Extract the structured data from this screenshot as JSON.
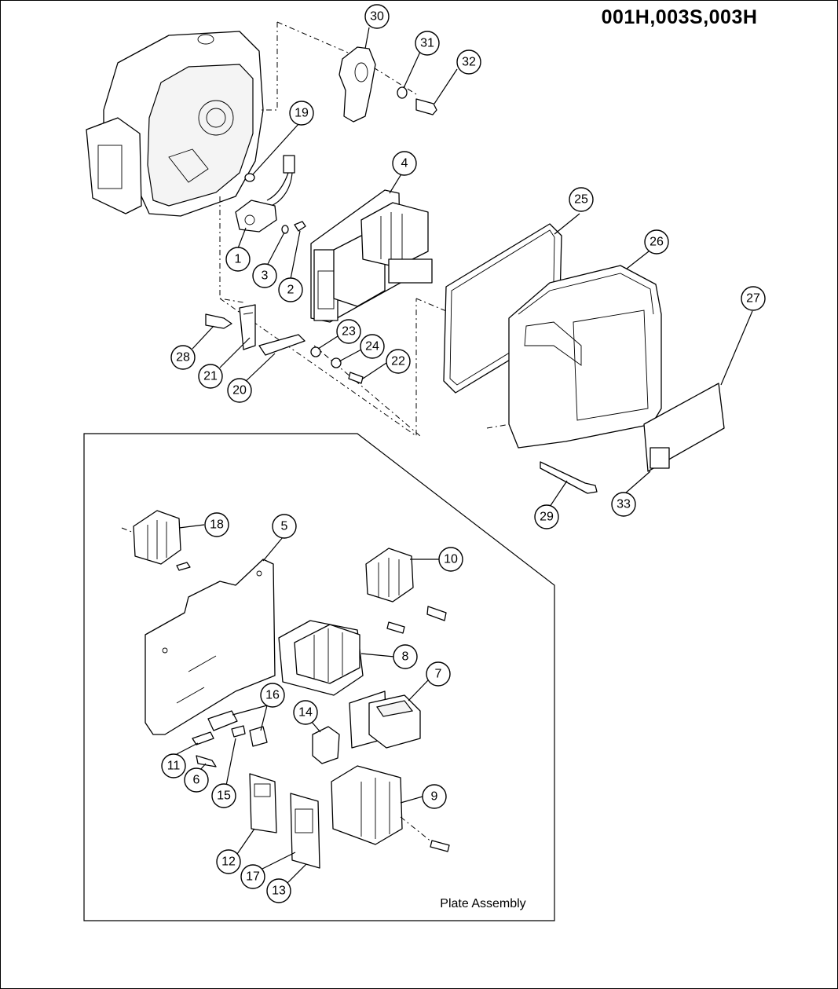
{
  "title": "001H,003S,003H",
  "inset_label": "Plate Assembly",
  "callouts": [
    "1",
    "2",
    "3",
    "4",
    "5",
    "6",
    "7",
    "8",
    "9",
    "10",
    "11",
    "12",
    "13",
    "14",
    "15",
    "16",
    "17",
    "18",
    "19",
    "20",
    "21",
    "22",
    "23",
    "24",
    "25",
    "26",
    "27",
    "28",
    "29",
    "30",
    "31",
    "32",
    "33"
  ]
}
